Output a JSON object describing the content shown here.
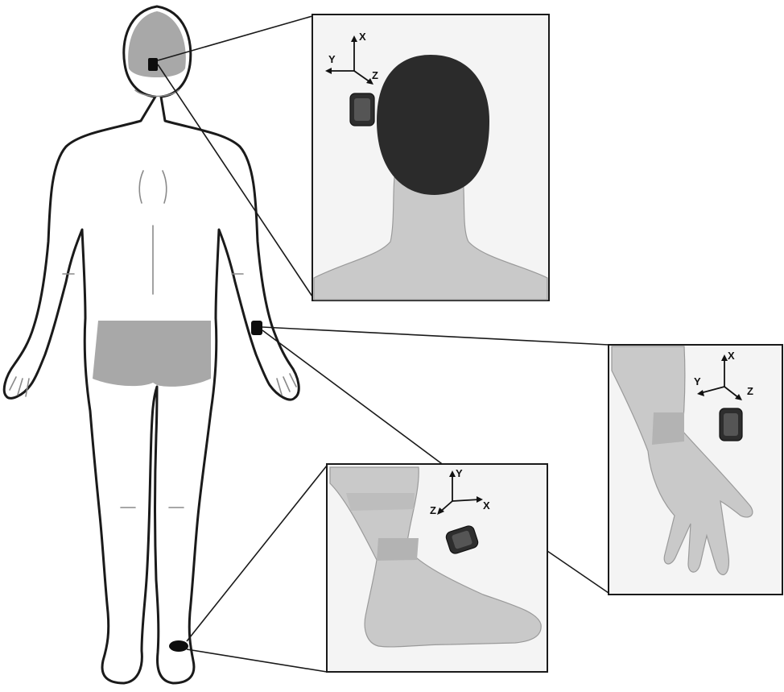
{
  "figure": {
    "panels": [
      {
        "location": "head",
        "axes": {
          "up": "X",
          "left": "Y",
          "diag": "Z"
        }
      },
      {
        "location": "wrist",
        "axes": {
          "up": "X",
          "left": "Y",
          "diag": "Z"
        }
      },
      {
        "location": "ankle",
        "axes": {
          "up": "Y",
          "right": "X",
          "diag": "Z"
        }
      }
    ],
    "colors": {
      "body_outline": "#1a1a1a",
      "shaded_regions": "#a8a8a8",
      "sensor_marker": "#0d0d0d",
      "swim_cap": "#2b2b2b",
      "skin": "#c9c9c9"
    },
    "icons": [
      "human-body-back-view",
      "sensor-device"
    ]
  }
}
